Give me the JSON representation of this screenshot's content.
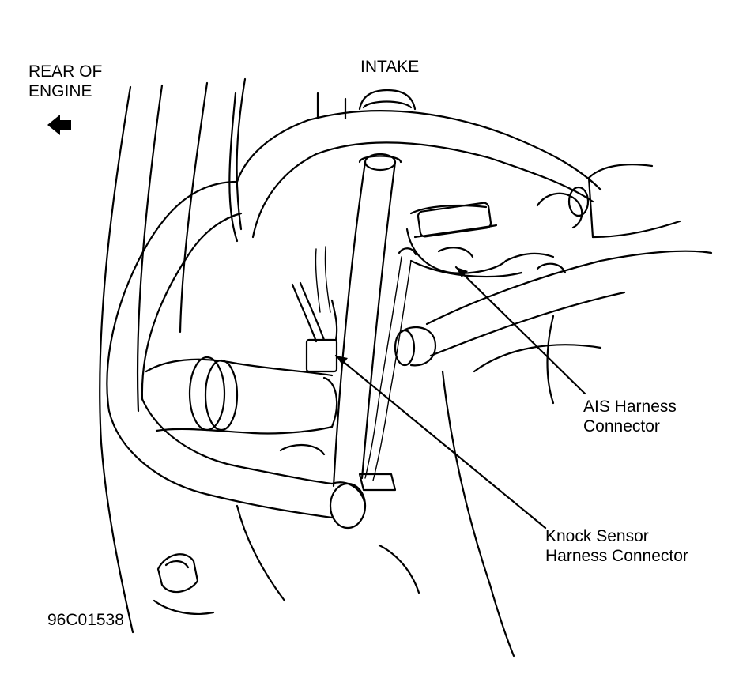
{
  "labels": {
    "rear_of_engine": [
      "REAR OF",
      "ENGINE"
    ],
    "intake": "INTAKE",
    "ais_connector": [
      "AIS Harness",
      "Connector"
    ],
    "knock_connector": [
      "Knock Sensor",
      "Harness Connector"
    ],
    "figure_number": "96C01538"
  },
  "icons": {
    "direction_arrow": "arrow-left-icon"
  },
  "colors": {
    "line": "#000000",
    "background": "#ffffff"
  }
}
